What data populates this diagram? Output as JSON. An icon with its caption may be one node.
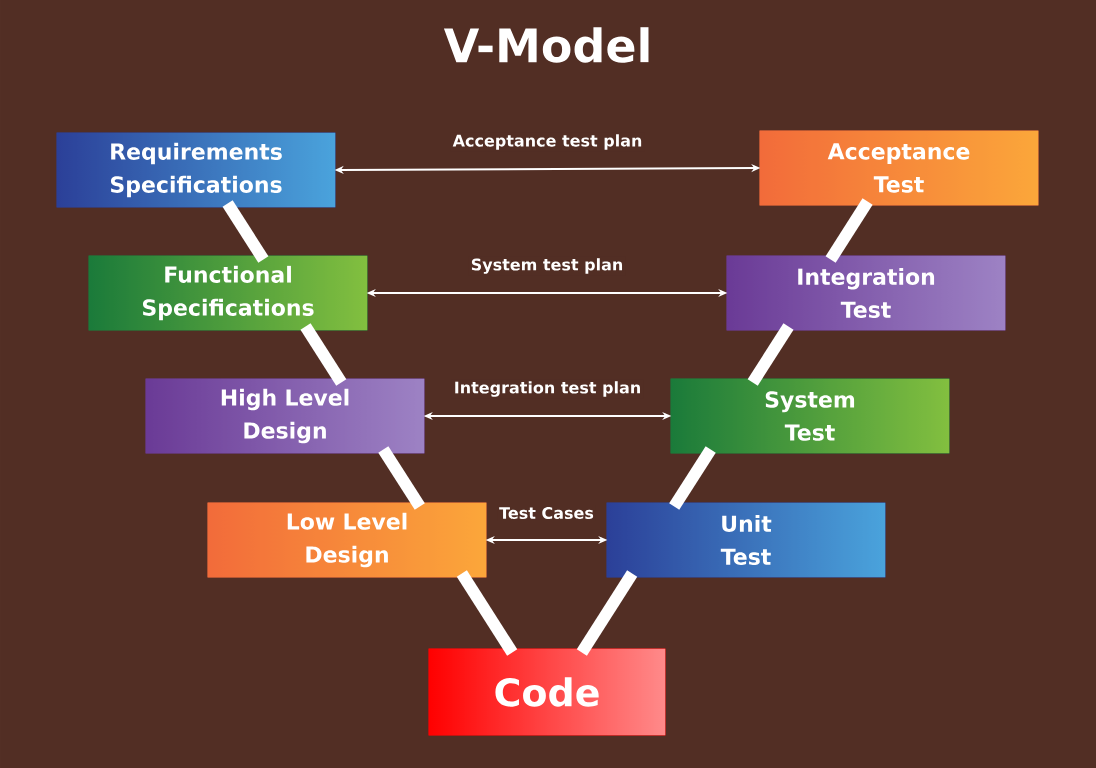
{
  "diagram": {
    "title": "V-Model",
    "nodes": [
      {
        "text": [
          "Requirements Specifications"
        ]
      },
      {
        "text": [
          "Acceptance Test"
        ]
      },
      {
        "text": [
          "Functional Specifications"
        ]
      },
      {
        "text": [
          "Integration Test"
        ]
      },
      {
        "text": [
          "High Level Design"
        ]
      },
      {
        "text": [
          "System Test"
        ]
      },
      {
        "text": [
          "Low Level Design"
        ]
      },
      {
        "text": [
          "Unit Test"
        ]
      },
      {
        "text": [
          "Code"
        ]
      }
    ],
    "edges": [
      {
        "from": 0,
        "to": 1,
        "arrow": "both",
        "label": "Acceptance test plan"
      },
      {
        "from": 2,
        "to": 3,
        "arrow": "both",
        "label": "System test plan"
      },
      {
        "from": 4,
        "to": 5,
        "arrow": "both",
        "label": "Integration test plan"
      },
      {
        "from": 6,
        "to": 7,
        "arrow": "both",
        "label": "Test Cases"
      },
      {
        "from": 0,
        "to": 2,
        "arrow": "none"
      },
      {
        "from": 2,
        "to": 4,
        "arrow": "none"
      },
      {
        "from": 4,
        "to": 6,
        "arrow": "none"
      },
      {
        "from": 6,
        "to": 8,
        "arrow": "none"
      },
      {
        "from": 8,
        "to": 7,
        "arrow": "none"
      },
      {
        "from": 7,
        "to": 5,
        "arrow": "none"
      },
      {
        "from": 5,
        "to": 3,
        "arrow": "none"
      },
      {
        "from": 3,
        "to": 1,
        "arrow": "none"
      }
    ]
  }
}
